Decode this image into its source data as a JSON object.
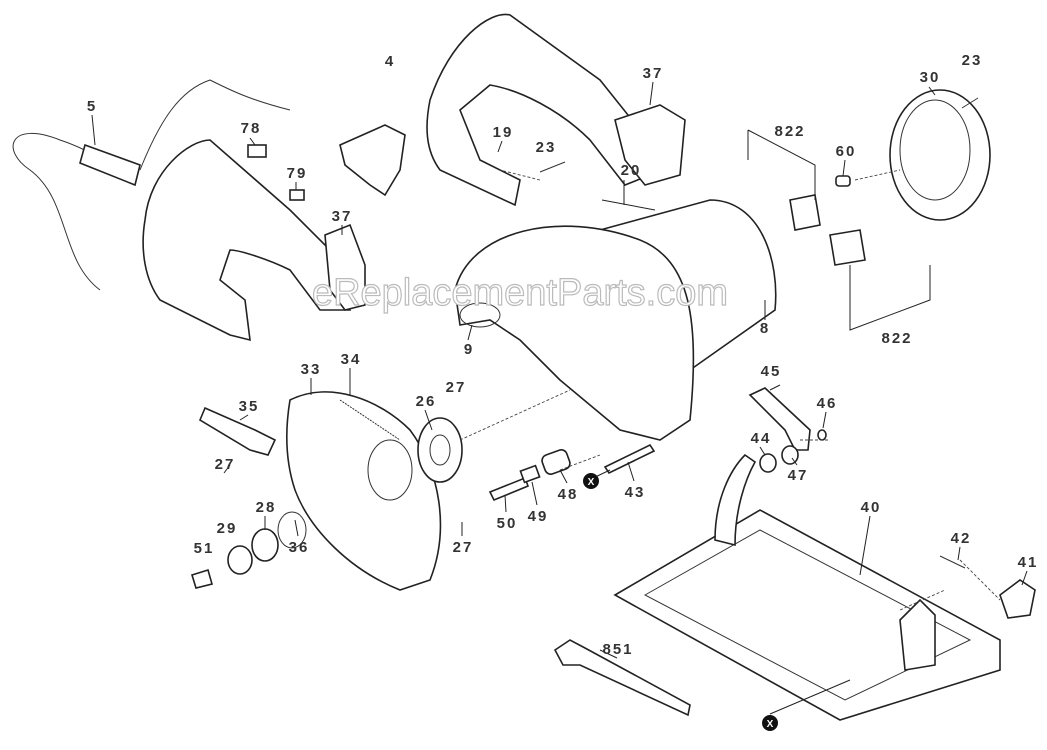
{
  "diagram": {
    "watermark": "eReplacementParts.com",
    "marker_symbol": "X",
    "labels": [
      "4",
      "5",
      "78",
      "79",
      "37",
      "19",
      "23",
      "37",
      "30",
      "23",
      "822",
      "60",
      "20",
      "8",
      "9",
      "822",
      "33",
      "34",
      "35",
      "26",
      "27",
      "27",
      "28",
      "29",
      "51",
      "36",
      "27",
      "50",
      "49",
      "48",
      "43",
      "45",
      "46",
      "44",
      "47",
      "40",
      "42",
      "41",
      "851"
    ]
  }
}
